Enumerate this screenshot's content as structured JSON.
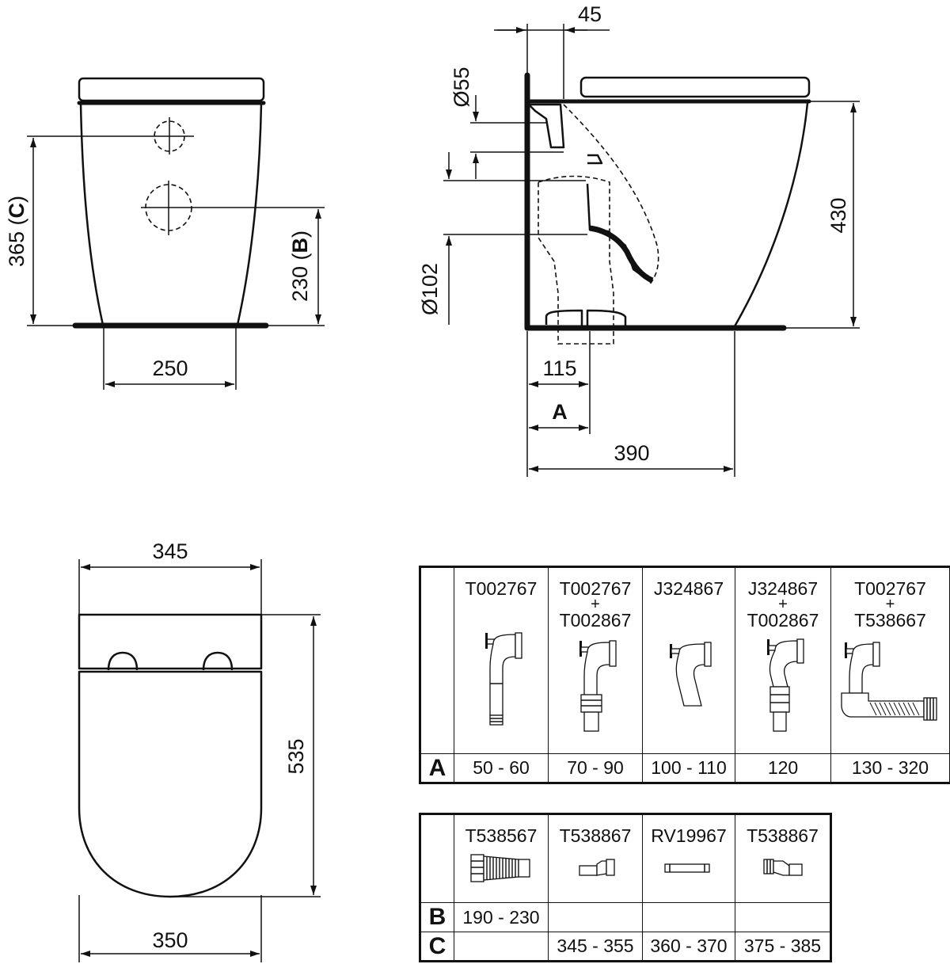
{
  "dimensions": {
    "dim_45": "45",
    "dim_d55": "Ø55",
    "dim_d102": "Ø102",
    "dim_430": "430",
    "dim_115": "115",
    "dim_a": "A",
    "dim_390": "390",
    "dim_365": "365",
    "dim_c": "C",
    "dim_230": "230",
    "dim_b": "B",
    "dim_250": "250",
    "dim_345": "345",
    "dim_535": "535",
    "dim_350": "350"
  },
  "table_a": {
    "row_label": "A",
    "columns": [
      {
        "code": "T002767",
        "plus": "",
        "code2": "",
        "range": "50 - 60"
      },
      {
        "code": "T002767",
        "plus": "+",
        "code2": "T002867",
        "range": "70 - 90"
      },
      {
        "code": "J324867",
        "plus": "",
        "code2": "",
        "range": "100 - 110"
      },
      {
        "code": "J324867",
        "plus": "+",
        "code2": "T002867",
        "range": "120"
      },
      {
        "code": "T002767",
        "plus": "+",
        "code2": "T538667",
        "range": "130 - 320"
      }
    ]
  },
  "table_bc": {
    "row_b_label": "B",
    "row_c_label": "C",
    "columns": [
      {
        "code": "T538567",
        "b": "190 - 230",
        "c": ""
      },
      {
        "code": "T538867",
        "b": "",
        "c": "345 - 355"
      },
      {
        "code": "RV19967",
        "b": "",
        "c": "360 - 370"
      },
      {
        "code": "T538867",
        "b": "",
        "c": "375 - 385"
      }
    ]
  }
}
